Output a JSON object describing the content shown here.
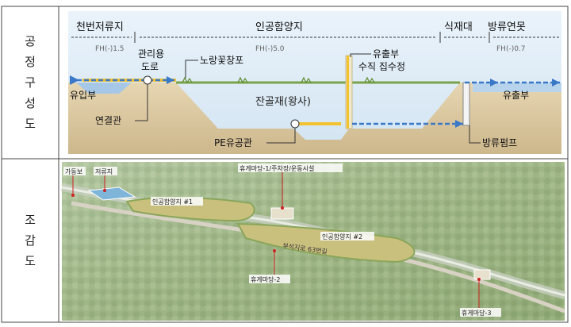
{
  "rows": {
    "process_label": [
      "공",
      "정",
      "구",
      "성",
      "도"
    ],
    "bird_label": [
      "조",
      "감",
      "도"
    ]
  },
  "process": {
    "headers": {
      "reservoir": "천번저류지",
      "artificial": "인공함양지",
      "planting": "식재대",
      "outlet_canal": "방류연못"
    },
    "elevations": {
      "e1": "FH(-)1.5",
      "e2": "FH(-)5.0",
      "e3": "FH(-)0.7"
    },
    "labels": {
      "mgmt_road": "관리용\n도로",
      "iris": "노랑꽃창포",
      "collector": "유출부\n수직 집수정",
      "inflow": "유입부",
      "outflow": "유출부",
      "pipe": "연결관",
      "gravel": "잔골재(왕사)",
      "pe_pipe": "PE유공관",
      "pump": "방류펌프"
    }
  },
  "aerial": {
    "labels": {
      "weir": "가동보",
      "reservoir": "저류지",
      "rest1": "휴게마당-1/주차장/운동시설",
      "pond1": "인공함양지 #1",
      "pond2": "인공함양지 #2",
      "road": "부석지로 63번길",
      "rest2": "휴게마당-2",
      "rest3": "휴게마당-3"
    }
  },
  "colors": {
    "sky": "#dcebf6",
    "soil": "#d8c6a0",
    "water": "#3a78c8",
    "pipe": "#f2c230",
    "grass": "#7aa34a",
    "border": "#444444"
  }
}
